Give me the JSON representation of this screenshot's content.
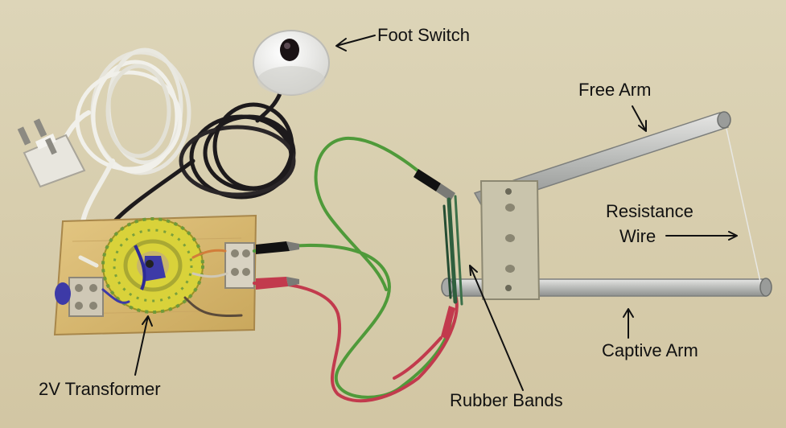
{
  "labels": {
    "foot_switch": "Foot Switch",
    "free_arm": "Free Arm",
    "resistance": "Resistance",
    "wire": "Wire",
    "captive_arm": "Captive Arm",
    "transformer": "2V Transformer",
    "rubber_bands": "Rubber Bands"
  },
  "colors": {
    "background": "#d9cfb1",
    "board": "#d8ba72",
    "toroid_yellow": "#d9d23a",
    "toroid_green": "#6f9a3a",
    "black_wire": "#1d1a1c",
    "white_cable": "#efeee8",
    "green_wire": "#4f9a3a",
    "red_wire": "#c23a4d",
    "metal_arm": "#b7b9b6",
    "plate": "#c9c4ac",
    "blue_tape": "#3d3aa7"
  }
}
